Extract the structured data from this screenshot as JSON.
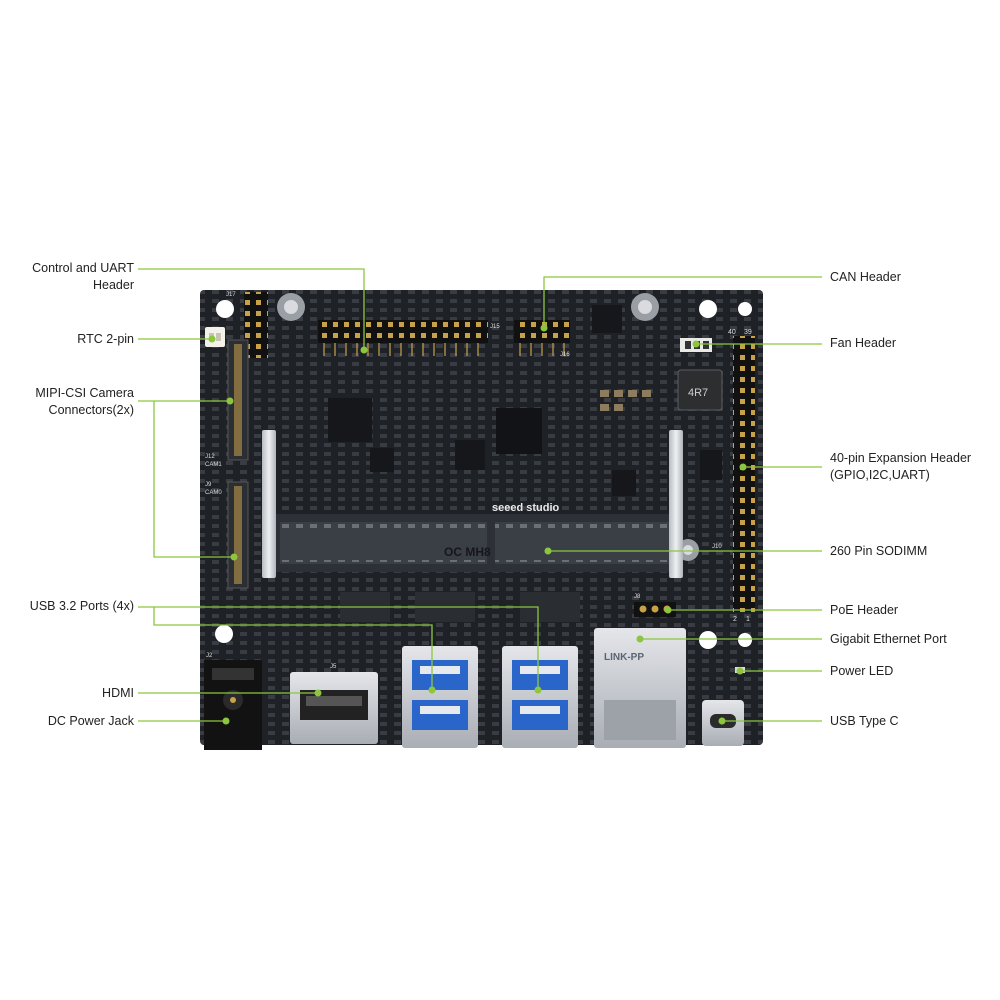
{
  "colors": {
    "leader": "#8cc63f",
    "board": "#1e2126",
    "port_metal": "#c9ccd1"
  },
  "board": {
    "logo": "seeed studio",
    "sodimm_marking": "OC MH8",
    "inductor_marking": "4R7",
    "ethernet_marking": "LINK-PP",
    "pin_numbers": [
      "40",
      "39",
      "2",
      "1"
    ],
    "silkscreen": {
      "j15": "J15",
      "j16": "J16",
      "j12": "J12",
      "j9": "J9",
      "j5": "J5",
      "j2": "J2",
      "j17": "J17",
      "j8": "J8",
      "j10": "J10",
      "cam1": "CAM1",
      "cam0": "CAM0"
    }
  },
  "callouts": {
    "left": [
      {
        "name": "control-uart-header",
        "lines": [
          "Control and UART",
          "Header"
        ]
      },
      {
        "name": "rtc-2-pin",
        "lines": [
          "RTC 2-pin"
        ]
      },
      {
        "name": "mipi-csi-camera-connectors",
        "lines": [
          "MIPI-CSI Camera",
          "Connectors(2x)"
        ]
      },
      {
        "name": "usb-32-ports",
        "lines": [
          "USB 3.2 Ports (4x)"
        ]
      },
      {
        "name": "hdmi",
        "lines": [
          "HDMI"
        ]
      },
      {
        "name": "dc-power-jack",
        "lines": [
          "DC Power Jack"
        ]
      }
    ],
    "right": [
      {
        "name": "can-header",
        "lines": [
          "CAN Header"
        ]
      },
      {
        "name": "fan-header",
        "lines": [
          "Fan Header"
        ]
      },
      {
        "name": "expansion-header-40-pin",
        "lines": [
          "40-pin Expansion Header",
          "(GPIO,I2C,UART)"
        ]
      },
      {
        "name": "sodimm-260-pin",
        "lines": [
          "260 Pin SODIMM"
        ]
      },
      {
        "name": "poe-header",
        "lines": [
          "PoE Header"
        ]
      },
      {
        "name": "gigabit-ethernet-port",
        "lines": [
          "Gigabit Ethernet Port"
        ]
      },
      {
        "name": "power-led",
        "lines": [
          "Power LED"
        ]
      },
      {
        "name": "usb-type-c",
        "lines": [
          "USB Type C"
        ]
      }
    ]
  }
}
